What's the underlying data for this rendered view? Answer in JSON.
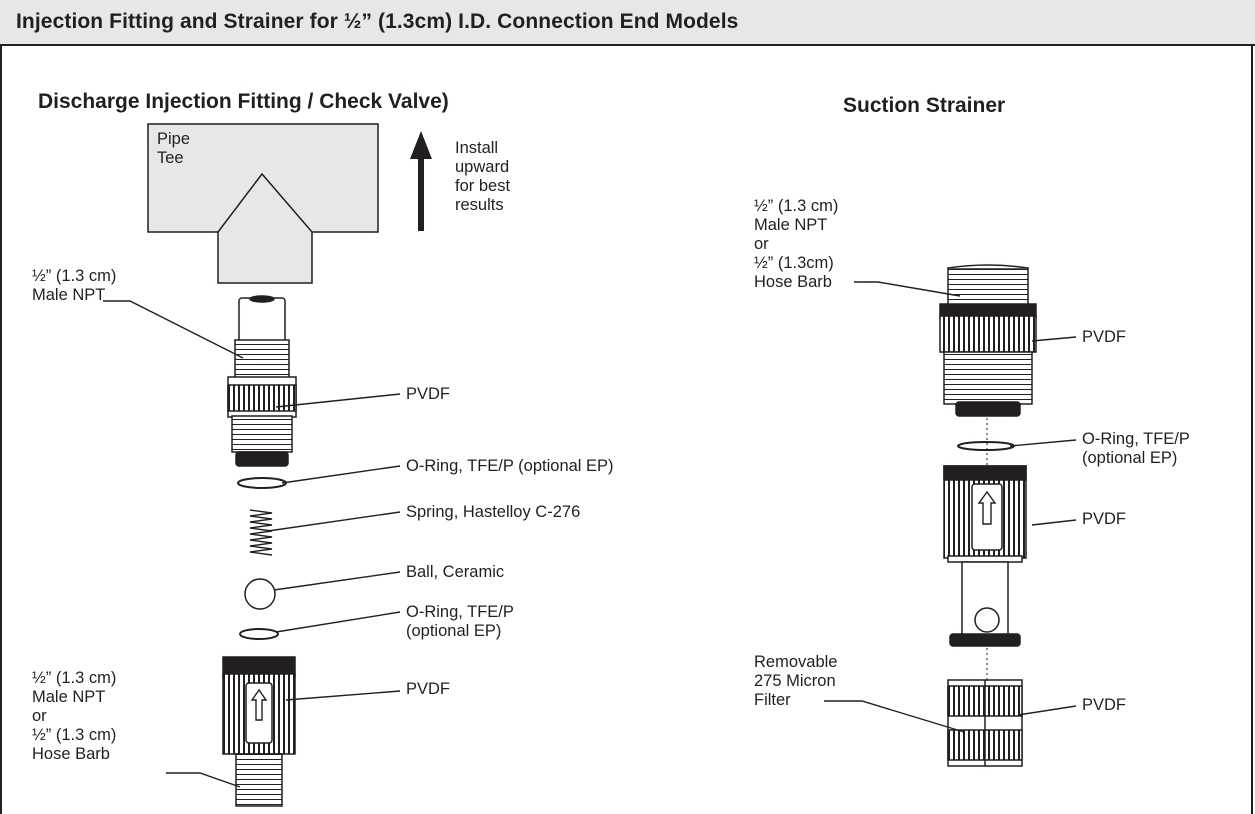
{
  "header": {
    "title": "Injection Fitting and Strainer for ½” (1.3cm) I.D. Connection End Models"
  },
  "discharge": {
    "title": "Discharge Injection Fitting / Check Valve)",
    "pipe_tee_label": "Pipe\nTee",
    "install_note": "Install\nupward\nfor best\nresults",
    "male_npt_label": "½” (1.3 cm)\nMale NPT",
    "pvdf_top_label": "PVDF",
    "oring_top_label": "O-Ring, TFE/P (optional EP)",
    "spring_label": "Spring, Hastelloy C-276",
    "ball_label": "Ball, Ceramic",
    "oring_bottom_label": "O-Ring, TFE/P\n(optional EP)",
    "pvdf_bottom_label": "PVDF",
    "bottom_connection_label": "½” (1.3 cm)\nMale NPT\nor\n½” (1.3 cm)\nHose Barb"
  },
  "suction": {
    "title": "Suction Strainer",
    "top_connection_label": "½” (1.3 cm)\nMale NPT\nor\n½” (1.3cm)\nHose Barb",
    "pvdf_top_label": "PVDF",
    "oring_label": "O-Ring, TFE/P\n(optional EP)",
    "pvdf_mid_label": "PVDF",
    "filter_label": "Removable\n275 Micron\nFilter",
    "pvdf_bottom_label": "PVDF"
  },
  "colors": {
    "ink": "#231f20",
    "header_bg": "#e6e7e8",
    "tee_fill": "#e6e7e8",
    "part_fill": "#ffffff"
  }
}
